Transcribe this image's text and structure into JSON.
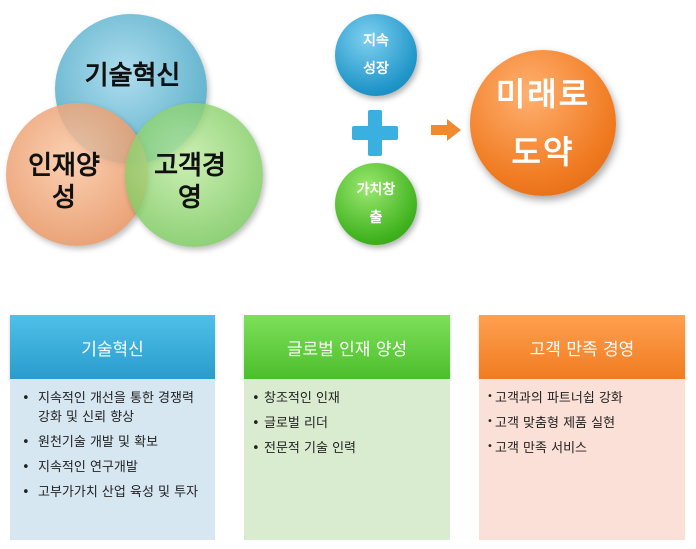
{
  "venn": {
    "tech": "기술혁신",
    "people": "인재양\n성",
    "customer": "고객경\n영"
  },
  "inputs": {
    "growth": "지속\n성장",
    "value": "가치창\n출"
  },
  "goal": "미래로\n도약",
  "panels": [
    {
      "title": "기술혁신",
      "items": [
        "지속적인 개선을 통한 경쟁력 강화  및 신뢰 향상",
        "원천기술 개발 및 확보",
        "지속적인 연구개발",
        "고부가가치 산업 육성 및 투자"
      ]
    },
    {
      "title": "글로벌 인재 양성",
      "items": [
        "창조적인 인재",
        "글로벌 리더",
        "전문적 기술 인력"
      ]
    },
    {
      "title": "고객 만족 경영",
      "items": [
        "고객과의 파트너쉽 강화",
        "고객 맞춤형 제품 실현",
        "고객 만족  서비스"
      ]
    }
  ],
  "colors": {
    "tech": "#4aa8c6",
    "people": "#e8966a",
    "customer": "#78c85a",
    "goal": "#f07a20"
  }
}
